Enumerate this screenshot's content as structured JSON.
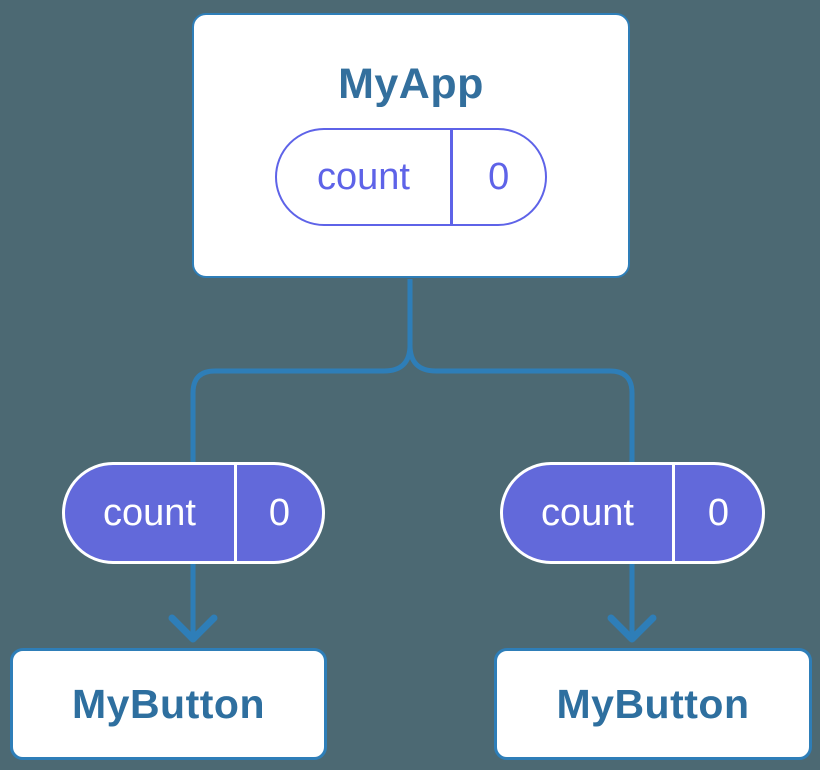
{
  "diagram": {
    "background_color": "#4c6973",
    "connector_color": "#2e7eb8",
    "root_node": {
      "title": "MyApp",
      "state_pill": {
        "name": "count",
        "value": "0"
      }
    },
    "child_nodes": [
      {
        "title": "MyButton",
        "passed_prop": {
          "name": "count",
          "value": "0"
        }
      },
      {
        "title": "MyButton",
        "passed_prop": {
          "name": "count",
          "value": "0"
        }
      }
    ],
    "colors": {
      "node_fill": "#ffffff",
      "node_border": "#2e7eb8",
      "node_title_text": "#336f9d",
      "state_pill_outline": "#5e63e8",
      "prop_pill_fill": "#6269da",
      "prop_pill_text": "#ffffff"
    }
  }
}
